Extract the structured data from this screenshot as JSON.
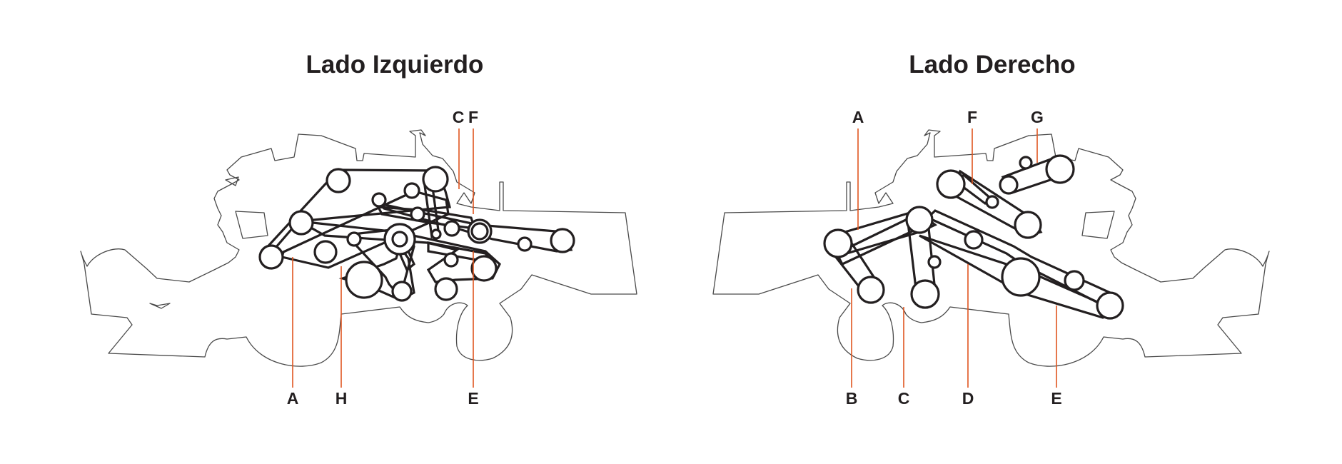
{
  "panels": [
    {
      "id": "left",
      "title": "Lado Izquierdo",
      "callouts_top": [
        "C",
        "F"
      ],
      "callouts_bottom": [
        "A",
        "H",
        "E"
      ]
    },
    {
      "id": "right",
      "title": "Lado Derecho",
      "callouts_top": [
        "A",
        "F",
        "G"
      ],
      "callouts_bottom": [
        "B",
        "C",
        "D",
        "E"
      ]
    }
  ],
  "colors": {
    "text": "#231f20",
    "belt": "#231f20",
    "leader": "#e0551f",
    "outline": "#4a4a4a"
  }
}
